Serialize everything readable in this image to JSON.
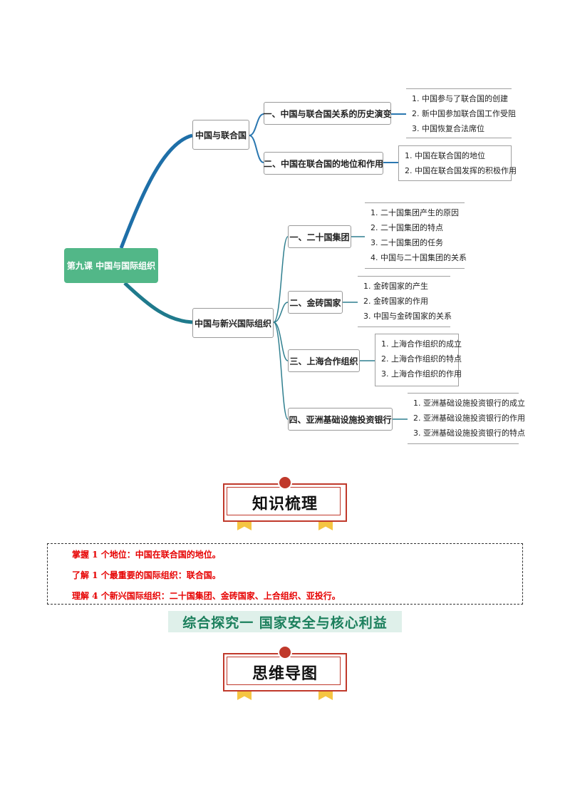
{
  "mindmap": {
    "root": "第九课   中国与国际组织",
    "branches": [
      {
        "label": "中国与联合国",
        "children": [
          {
            "label": "一、中国与联合国关系的历史演变",
            "items": [
              "1. 中国参与了联合国的创建",
              "2. 新中国参加联合国工作受阻",
              "3. 中国恢复合法席位"
            ]
          },
          {
            "label": "二、中国在联合国的地位和作用",
            "items": [
              "1. 中国在联合国的地位",
              "2. 中国在联合国发挥的积极作用"
            ]
          }
        ]
      },
      {
        "label": "中国与新兴国际组织",
        "children": [
          {
            "label": "一、二十国集团",
            "items": [
              "1. 二十国集团产生的原因",
              "2. 二十国集团的特点",
              "3. 二十国集团的任务",
              "4. 中国与二十国集团的关系"
            ]
          },
          {
            "label": "二、金砖国家",
            "items": [
              "1. 金砖国家的产生",
              "2. 金砖国家的作用",
              "3. 中国与金砖国家的关系"
            ]
          },
          {
            "label": "三、上海合作组织",
            "items": [
              "1. 上海合作组织的成立",
              "2. 上海合作组织的特点",
              "3. 上海合作组织的作用"
            ]
          },
          {
            "label": "四、亚洲基础设施投资银行",
            "items": [
              "1. 亚洲基础设施投资银行的成立",
              "2. 亚洲基础设施投资银行的作用",
              "3. 亚洲基础设施投资银行的特点"
            ]
          }
        ]
      }
    ]
  },
  "banner1": {
    "title": "知识梳理"
  },
  "summary": [
    "掌握 1 个地位：中国在联合国的地位。",
    "了解 1 个最重要的国际组织：联合国。",
    "理解 4 个新兴国际组织：二十国集团、金砖国家、上合组织、亚投行。"
  ],
  "section_title": "综合探究一  国家安全与核心利益",
  "banner2": {
    "title": "思维导图"
  },
  "colors": {
    "root": "#52b788",
    "branch_line": "#1e6fa8",
    "lower_line": "#2f7f8f",
    "accent_red": "#c0392b"
  }
}
